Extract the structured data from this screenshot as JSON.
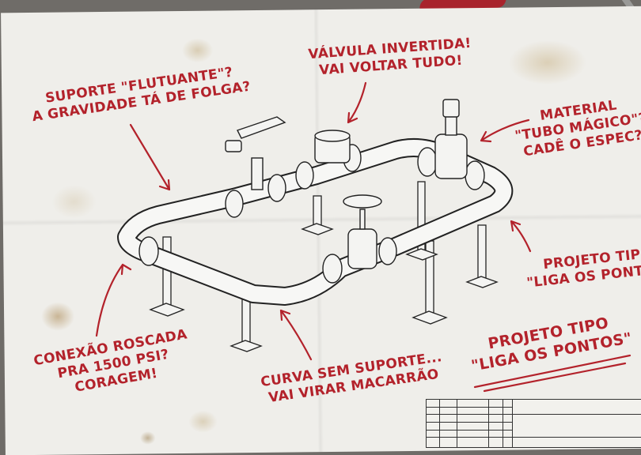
{
  "annotations": {
    "floating_support": [
      "SUPORTE \"FLUTUANTE\"?",
      "A GRAVIDADE TÁ DE FOLGA?"
    ],
    "inverted_valve": [
      "VÁLVULA INVERTIDA!",
      "VAI VOLTAR TUDO!"
    ],
    "material": [
      "MATERIAL",
      "\"TUBO MÁGICO\"?",
      "CADÊ O ESPEC?"
    ],
    "project_type_right": [
      "PROJETO TIPO",
      "\"LIGA OS PONTOS\""
    ],
    "threaded_connection": [
      "CONEXÃO ROSCADA",
      "PRA 1500 PSI?",
      "CORAGEM!"
    ],
    "unsupported_bend": [
      "CURVA SEM SUPORTE...",
      "VAI VIRAR MACARRÃO"
    ],
    "project_type_bottom": [
      "PROJETO TIPO",
      "\"LIGA OS PONTOS\""
    ]
  },
  "colors": {
    "ink_red": "#b3222b",
    "paper": "#efeeea",
    "line": "#222222"
  }
}
